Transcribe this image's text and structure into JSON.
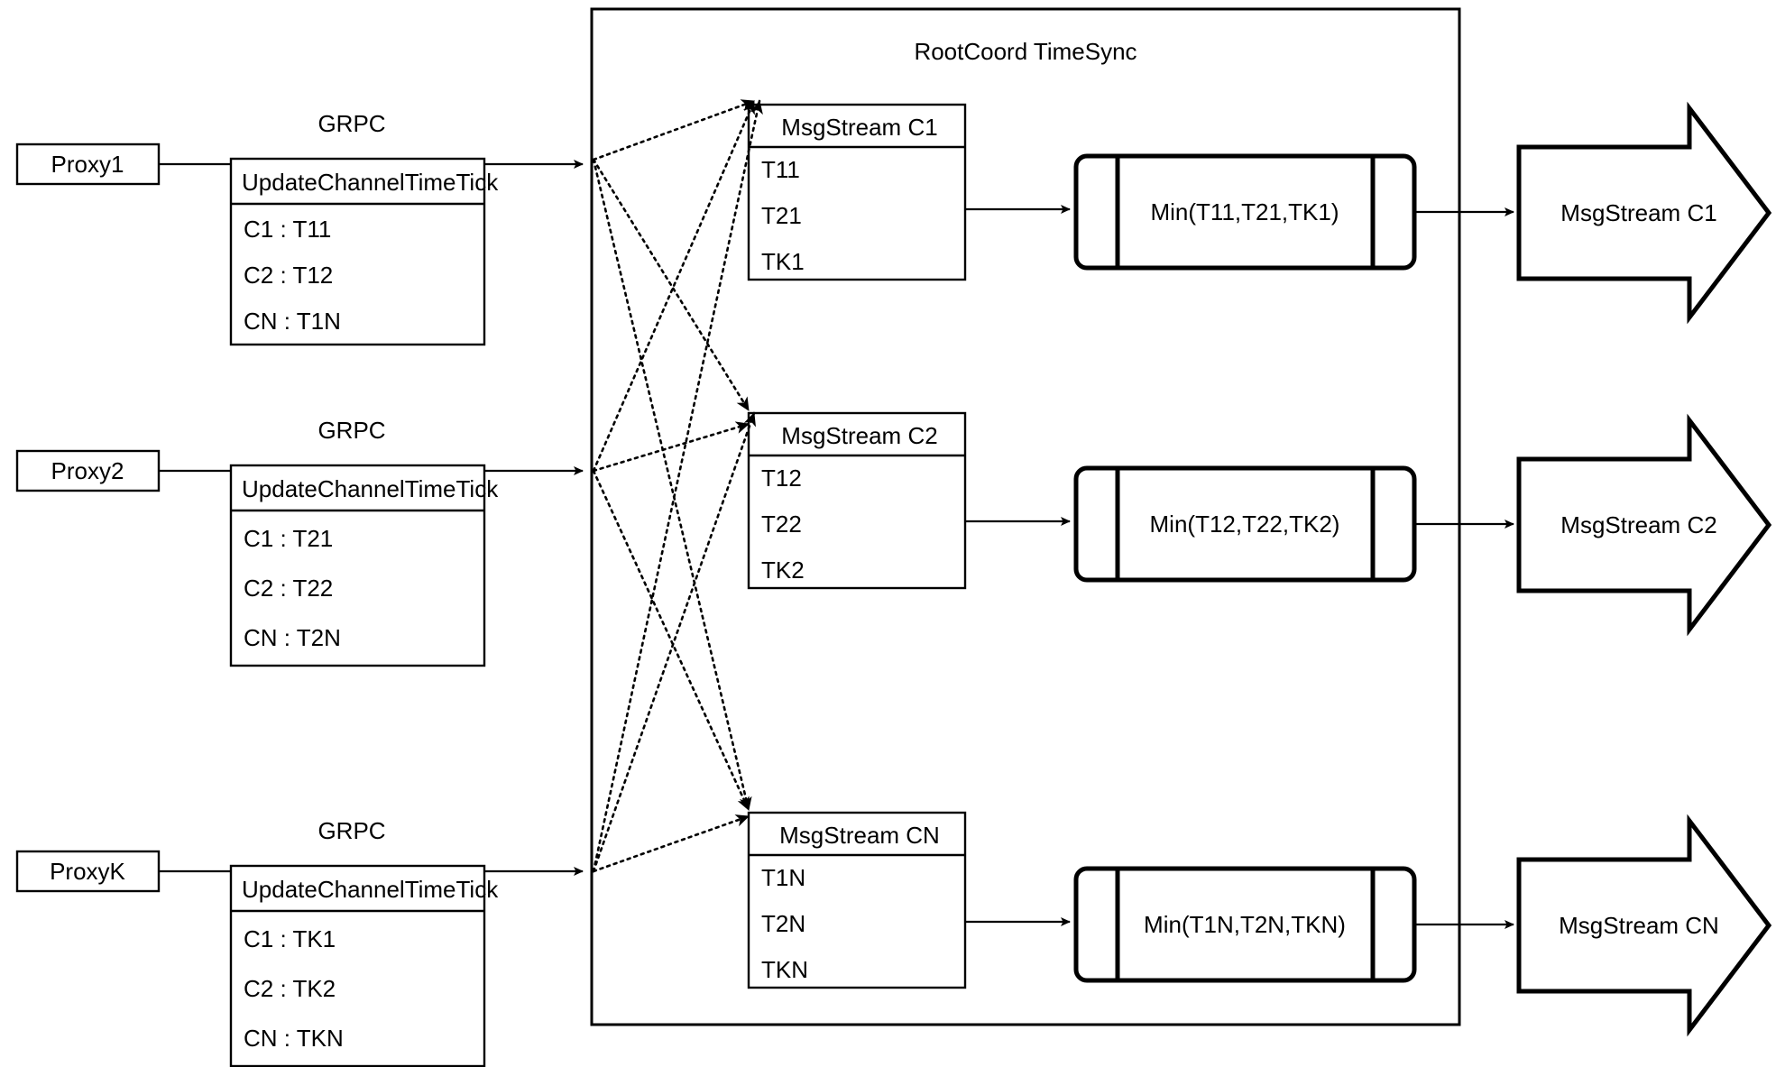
{
  "diagram": {
    "title": "RootCoord TimeSync",
    "frame_name": "rootcoord-timesync-frame"
  },
  "rows": [
    {
      "proxy": "Proxy1",
      "grpc_label": "GRPC",
      "request": {
        "header": "UpdateChannelTimeTick",
        "entries": [
          "C1 :  T11",
          "C2 :  T12",
          "CN : T1N"
        ]
      },
      "msgstream": {
        "header": "MsgStream C1",
        "entries": [
          "T11",
          "T21",
          "TK1"
        ]
      },
      "process": "Min(T11,T21,TK1)",
      "output": "MsgStream C1"
    },
    {
      "proxy": "Proxy2",
      "grpc_label": "GRPC",
      "request": {
        "header": "UpdateChannelTimeTick",
        "entries": [
          "C1 :  T21",
          "C2 :  T22",
          "CN : T2N"
        ]
      },
      "msgstream": {
        "header": "MsgStream C2",
        "entries": [
          "T12",
          "T22",
          "TK2"
        ]
      },
      "process": "Min(T12,T22,TK2)",
      "output": "MsgStream C2"
    },
    {
      "proxy": "ProxyK",
      "grpc_label": "GRPC",
      "request": {
        "header": "UpdateChannelTimeTick",
        "entries": [
          "C1 :  TK1",
          "C2 :  TK2",
          "CN : TKN"
        ]
      },
      "msgstream": {
        "header": "MsgStream CN",
        "entries": [
          "T1N",
          "T2N",
          "TKN"
        ]
      },
      "process": "Min(T1N,T2N,TKN)",
      "output": "MsgStream CN"
    }
  ],
  "colors": {
    "stroke": "#000000",
    "fill": "#ffffff",
    "text": "#000000"
  }
}
